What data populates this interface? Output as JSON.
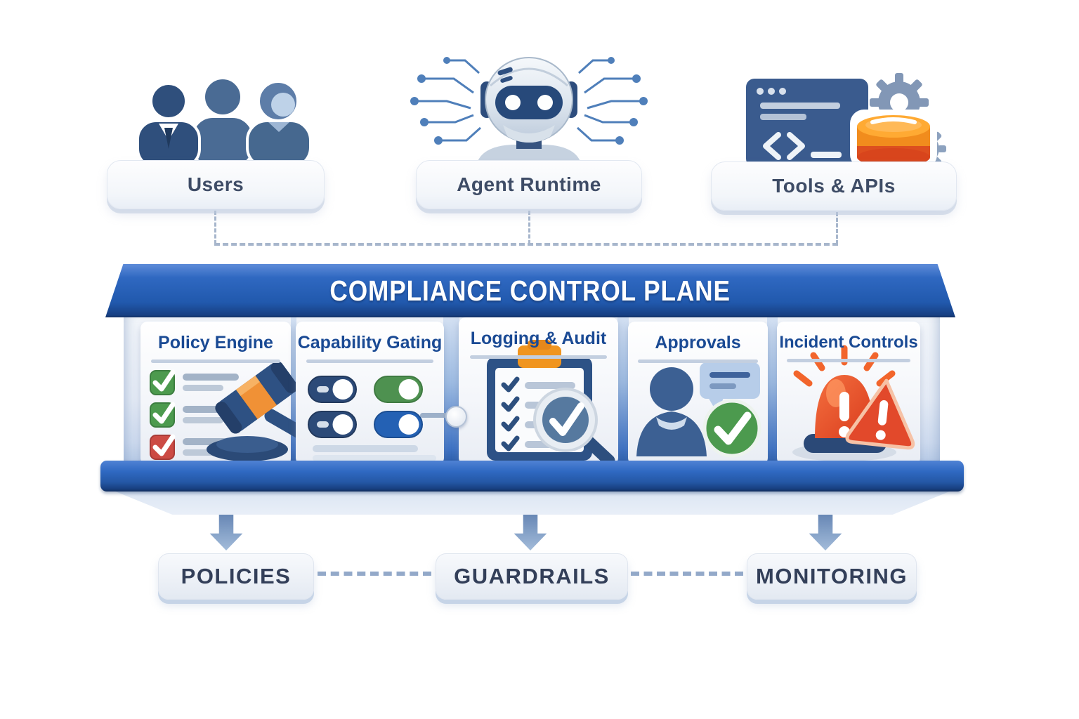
{
  "sources": [
    {
      "label": "Users",
      "icon": "users-icon"
    },
    {
      "label": "Agent Runtime",
      "icon": "robot-icon"
    },
    {
      "label": "Tools & APIs",
      "icon": "tools-apis-icon"
    }
  ],
  "plane": {
    "title": "COMPLIANCE CONTROL PLANE",
    "cards": [
      {
        "title": "Policy Engine",
        "icon": "gavel-checklist-icon"
      },
      {
        "title": "Capability Gating",
        "icon": "toggle-switches-icon"
      },
      {
        "title": "Logging & Audit",
        "icon": "clipboard-magnifier-icon"
      },
      {
        "title": "Approvals",
        "icon": "person-check-icon"
      },
      {
        "title": "Incident Controls",
        "icon": "siren-warning-icon"
      }
    ]
  },
  "foundations": [
    {
      "label": "POLICIES"
    },
    {
      "label": "GUARDRAILS"
    },
    {
      "label": "MONITORING"
    }
  ],
  "colors": {
    "banner_blue": "#2761b8",
    "shelf_blue": "#2a5fb0",
    "card_title_blue": "#1a4a94",
    "label_slate": "#3e4c66",
    "check_green": "#4c9a4e",
    "check_red": "#cc4b44",
    "alert_orange": "#f0941f",
    "siren_red": "#e2492b",
    "dash_gray": "#a7b6cc"
  }
}
